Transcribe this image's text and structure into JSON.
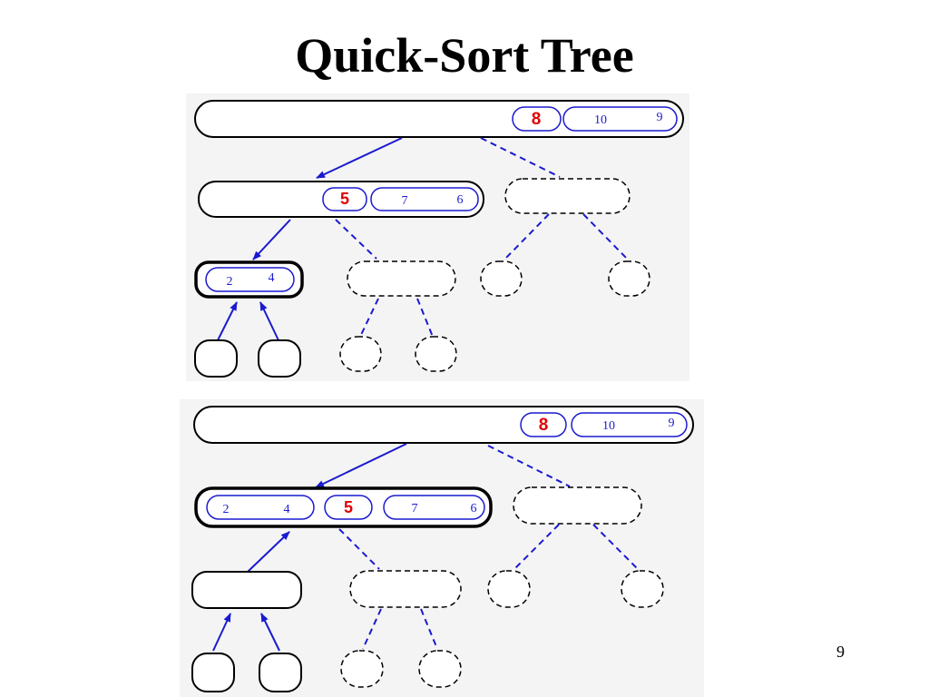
{
  "slide": {
    "title": "Quick-Sort Tree",
    "page_number": "9"
  },
  "colors": {
    "pivot": "#e00000",
    "element": "#1a1ad0",
    "edge": "#1a1ad0",
    "node_border": "#000000",
    "panel_bg": "#f4f4f4"
  },
  "panel1": {
    "root": {
      "pivot": "8",
      "greater": [
        "10",
        "9"
      ]
    },
    "level1": {
      "pivot": "5",
      "greater": [
        "7",
        "6"
      ]
    },
    "level2": {
      "values": [
        "2",
        "4"
      ]
    }
  },
  "panel2": {
    "root": {
      "pivot": "8",
      "greater": [
        "10",
        "9"
      ]
    },
    "level1": {
      "less": [
        "2",
        "4"
      ],
      "pivot": "5",
      "greater": [
        "7",
        "6"
      ]
    }
  }
}
